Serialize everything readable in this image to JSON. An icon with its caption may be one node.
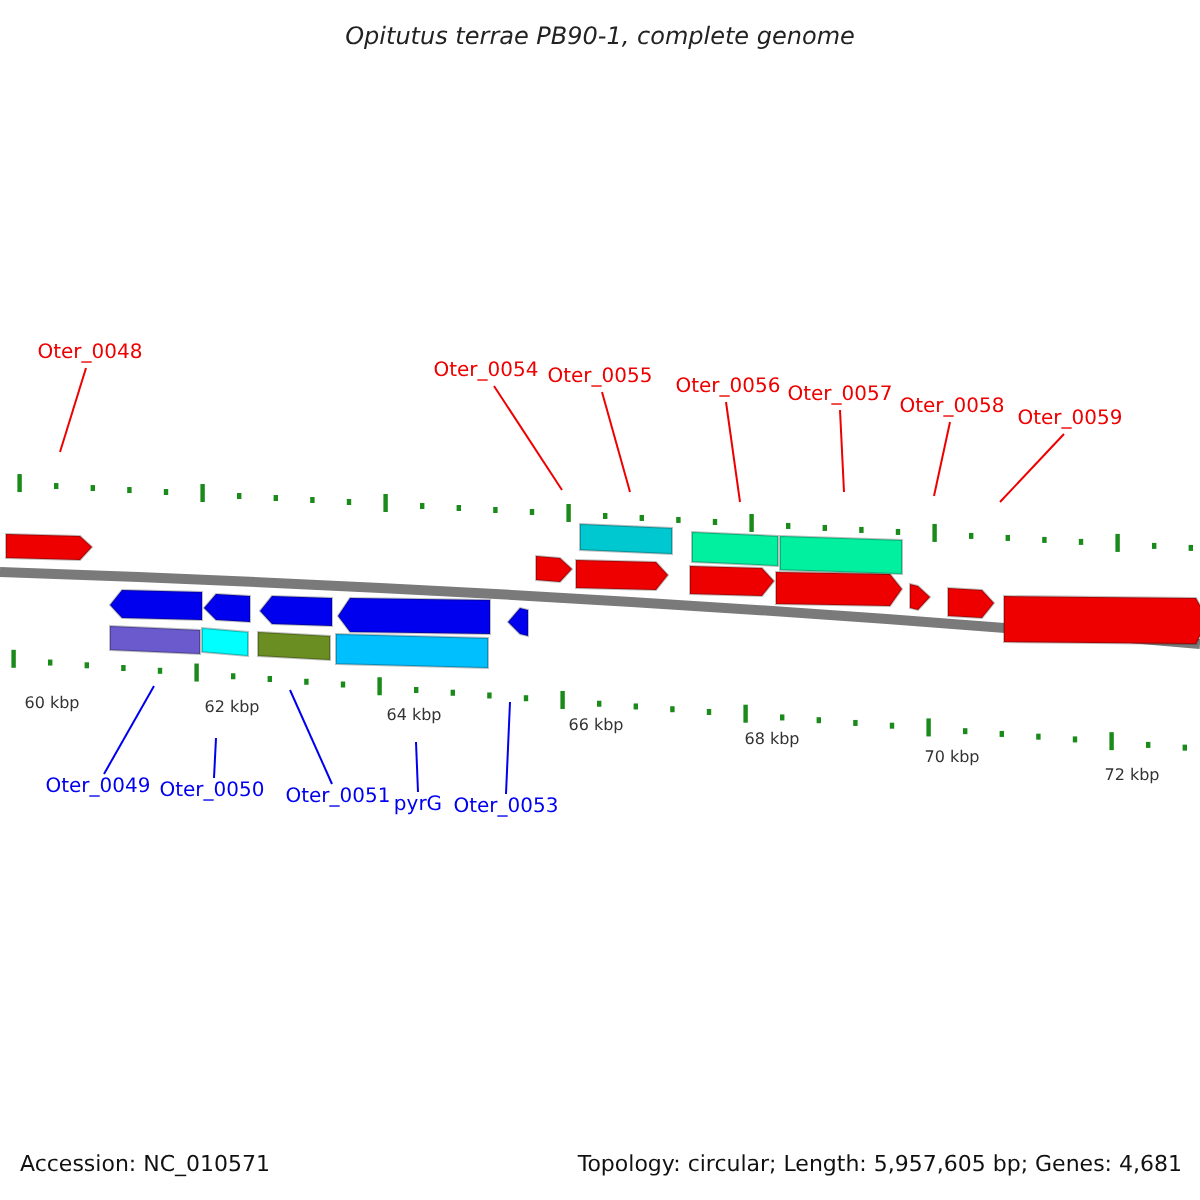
{
  "diagram": {
    "title": "Opitutus terrae PB90-1, complete genome",
    "nodes": [
      {
        "text": [
          "Oter_0048"
        ]
      },
      {
        "text": [
          "Oter_0054"
        ]
      },
      {
        "text": [
          "Oter_0055"
        ]
      },
      {
        "text": [
          "Oter_0056"
        ]
      },
      {
        "text": [
          "Oter_0057"
        ]
      },
      {
        "text": [
          "Oter_0058"
        ]
      },
      {
        "text": [
          "Oter_0059"
        ]
      },
      {
        "text": [
          "Oter_0049"
        ]
      },
      {
        "text": [
          "Oter_0050"
        ]
      },
      {
        "text": [
          "Oter_0051"
        ]
      },
      {
        "text": [
          "pyrG"
        ]
      },
      {
        "text": [
          "Oter_0053"
        ]
      }
    ],
    "edges": [
      {
        "from": 0,
        "to": null,
        "arrow": "none"
      },
      {
        "from": 1,
        "to": null,
        "arrow": "none"
      },
      {
        "from": 2,
        "to": null,
        "arrow": "none"
      },
      {
        "from": 3,
        "to": null,
        "arrow": "none"
      },
      {
        "from": 4,
        "to": null,
        "arrow": "none"
      },
      {
        "from": 5,
        "to": null,
        "arrow": "none"
      },
      {
        "from": 6,
        "to": null,
        "arrow": "none"
      },
      {
        "from": 7,
        "to": null,
        "arrow": "none",
        "color": "#0000ee"
      },
      {
        "from": 8,
        "to": null,
        "arrow": "none",
        "color": "#0000ee"
      },
      {
        "from": 9,
        "to": null,
        "arrow": "none",
        "color": "#0000ee"
      },
      {
        "from": 10,
        "to": null,
        "arrow": "none",
        "color": "#0000ee"
      },
      {
        "from": 11,
        "to": null,
        "arrow": "none",
        "color": "#0000ee"
      }
    ],
    "labels": [
      "60 kbp",
      "62 kbp",
      "64 kbp",
      "66 kbp",
      "68 kbp",
      "70 kbp",
      "72 kbp",
      "Accession: NC_010571",
      "Topology: circular; Length: 5,957,605 bp; Genes: 4,681"
    ]
  }
}
